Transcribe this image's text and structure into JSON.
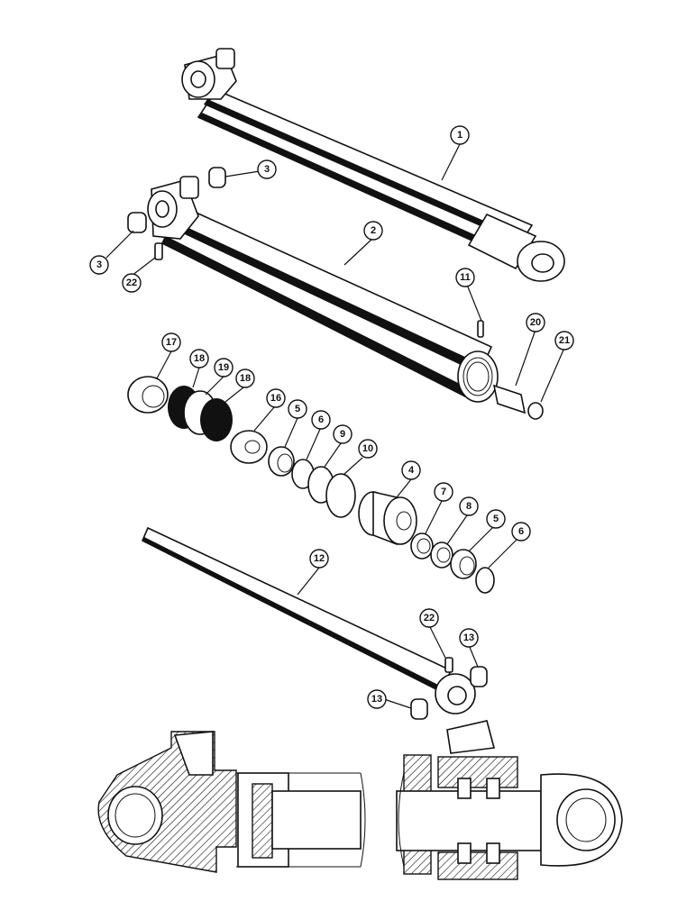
{
  "diagram": {
    "callouts": [
      {
        "id": "c1",
        "label": "1"
      },
      {
        "id": "c2",
        "label": "2"
      },
      {
        "id": "c3a",
        "label": "3"
      },
      {
        "id": "c3b",
        "label": "3"
      },
      {
        "id": "c22a",
        "label": "22"
      },
      {
        "id": "c11",
        "label": "11"
      },
      {
        "id": "c20",
        "label": "20"
      },
      {
        "id": "c21",
        "label": "21"
      },
      {
        "id": "c17",
        "label": "17"
      },
      {
        "id": "c18a",
        "label": "18"
      },
      {
        "id": "c19",
        "label": "19"
      },
      {
        "id": "c18b",
        "label": "18"
      },
      {
        "id": "c16",
        "label": "16"
      },
      {
        "id": "c5a",
        "label": "5"
      },
      {
        "id": "c6a",
        "label": "6"
      },
      {
        "id": "c9",
        "label": "9"
      },
      {
        "id": "c10",
        "label": "10"
      },
      {
        "id": "c4",
        "label": "4"
      },
      {
        "id": "c7",
        "label": "7"
      },
      {
        "id": "c8",
        "label": "8"
      },
      {
        "id": "c5b",
        "label": "5"
      },
      {
        "id": "c6b",
        "label": "6"
      },
      {
        "id": "c12",
        "label": "12"
      },
      {
        "id": "c22b",
        "label": "22"
      },
      {
        "id": "c13a",
        "label": "13"
      },
      {
        "id": "c13b",
        "label": "13"
      }
    ]
  }
}
